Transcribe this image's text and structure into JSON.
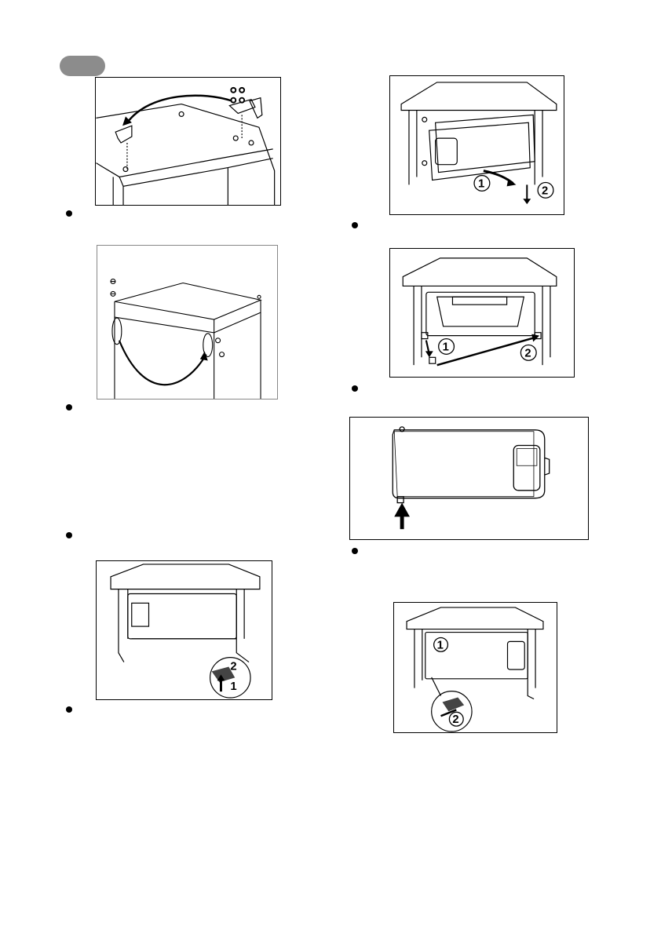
{
  "page": {
    "language_tab": "",
    "figures": [
      {
        "name": "fig-hinge-transfer-top",
        "callouts": []
      },
      {
        "name": "fig-handle-swap-top",
        "callouts": []
      },
      {
        "name": "fig-freezer-door-remove",
        "callouts": [
          "1",
          "2"
        ]
      },
      {
        "name": "fig-freezer-hinge-remove",
        "callouts": [
          "1",
          "2"
        ]
      },
      {
        "name": "fig-door-pin-insert",
        "callouts": []
      },
      {
        "name": "fig-bottom-latch-left",
        "callouts": [
          "2",
          "1"
        ]
      },
      {
        "name": "fig-door-refit",
        "callouts": [
          "1",
          "2"
        ]
      }
    ]
  }
}
